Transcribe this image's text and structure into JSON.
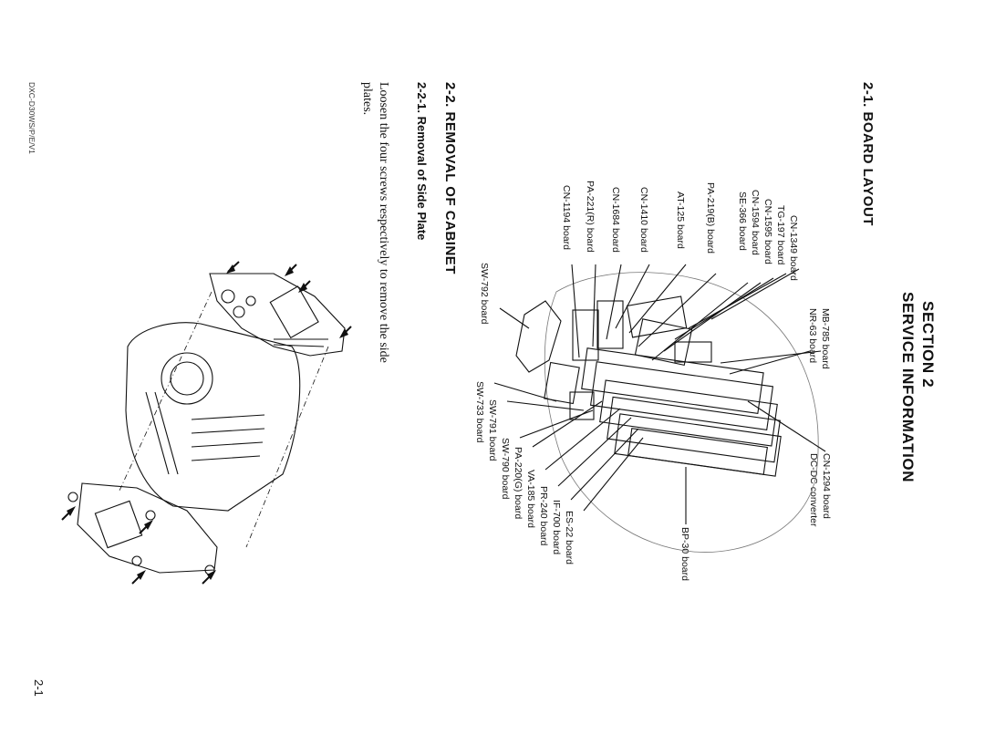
{
  "section": {
    "number": "SECTION 2",
    "title": "SERVICE INFORMATION"
  },
  "board_layout": {
    "heading": "2-1.   BOARD LAYOUT",
    "labels": [
      "CN-1349 board",
      "TG-197 board",
      "CN-1595 board",
      "CN-1594 board",
      "SE-366 board",
      "PA-219(B) board",
      "AT-125 board",
      "CN-1410 board",
      "CN-1684 board",
      "PA-221(R) board",
      "CN-1194 board",
      "SW-792 board",
      "MB-785 board",
      "NR-63 board",
      "CN-1294 board",
      "DC-DC converter",
      "BP-30 board",
      "ES-22 board",
      "IF-700 board",
      "PR-240 board",
      "VA-185 board",
      "PA-220(G) board",
      "SW-790 board",
      "SW-791 board",
      "SW-733 board"
    ]
  },
  "removal": {
    "heading": "2-2.   REMOVAL OF CABINET",
    "subheading": "2-2-1. Removal of Side Plate",
    "text_line1": "Loosen the four screws respectively to remove the side",
    "text_line2": "plates."
  },
  "footer": {
    "model": "DXC-D30WS/P/E/V1",
    "page_number": "2-1"
  }
}
